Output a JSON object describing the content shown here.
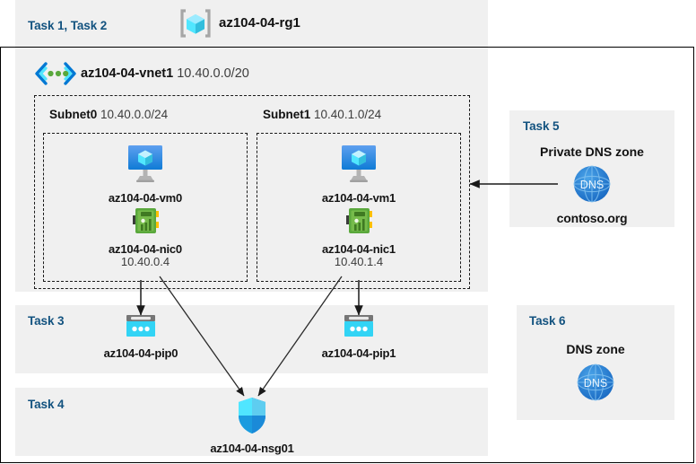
{
  "diagram": {
    "title_resource_group": "az104-04-rg1",
    "vnet": {
      "name": "az104-04-vnet1",
      "cidr": "10.40.0.0/20"
    },
    "tasks": {
      "task12": "Task 1, Task 2",
      "task3": "Task 3",
      "task4": "Task 4",
      "task5": "Task 5",
      "task6": "Task 6"
    },
    "subnets": [
      {
        "name": "Subnet0",
        "cidr": "10.40.0.0/24"
      },
      {
        "name": "Subnet1",
        "cidr": "10.40.1.0/24"
      }
    ],
    "vms": [
      {
        "name": "az104-04-vm0"
      },
      {
        "name": "az104-04-vm1"
      }
    ],
    "nics": [
      {
        "name": "az104-04-nic0",
        "ip": "10.40.0.4"
      },
      {
        "name": "az104-04-nic1",
        "ip": "10.40.1.4"
      }
    ],
    "public_ips": [
      {
        "name": "az104-04-pip0"
      },
      {
        "name": "az104-04-pip1"
      }
    ],
    "nsg": {
      "name": "az104-04-nsg01"
    },
    "private_dns_zone": {
      "heading": "Private DNS zone",
      "icon_label": "DNS",
      "name": "contoso.org"
    },
    "dns_zone": {
      "heading": "DNS zone",
      "icon_label": "DNS"
    },
    "icons": {
      "resource_group": "resource-group-icon",
      "vnet": "virtual-network-icon",
      "vm": "virtual-machine-icon",
      "nic": "network-interface-icon",
      "public_ip": "public-ip-address-icon",
      "nsg": "network-security-group-shield-icon",
      "dns": "dns-globe-icon"
    },
    "colors": {
      "panel_bg": "#f0f0f0",
      "task_label": "#12527f",
      "azure_blue": "#0078d4",
      "cyan": "#32c8f0",
      "nic_green": "#5aa83c",
      "nic_yellow": "#ffc000",
      "dns_blue": "#1f7fd4",
      "page_bg": "#ffffff",
      "border": "#000000"
    }
  }
}
